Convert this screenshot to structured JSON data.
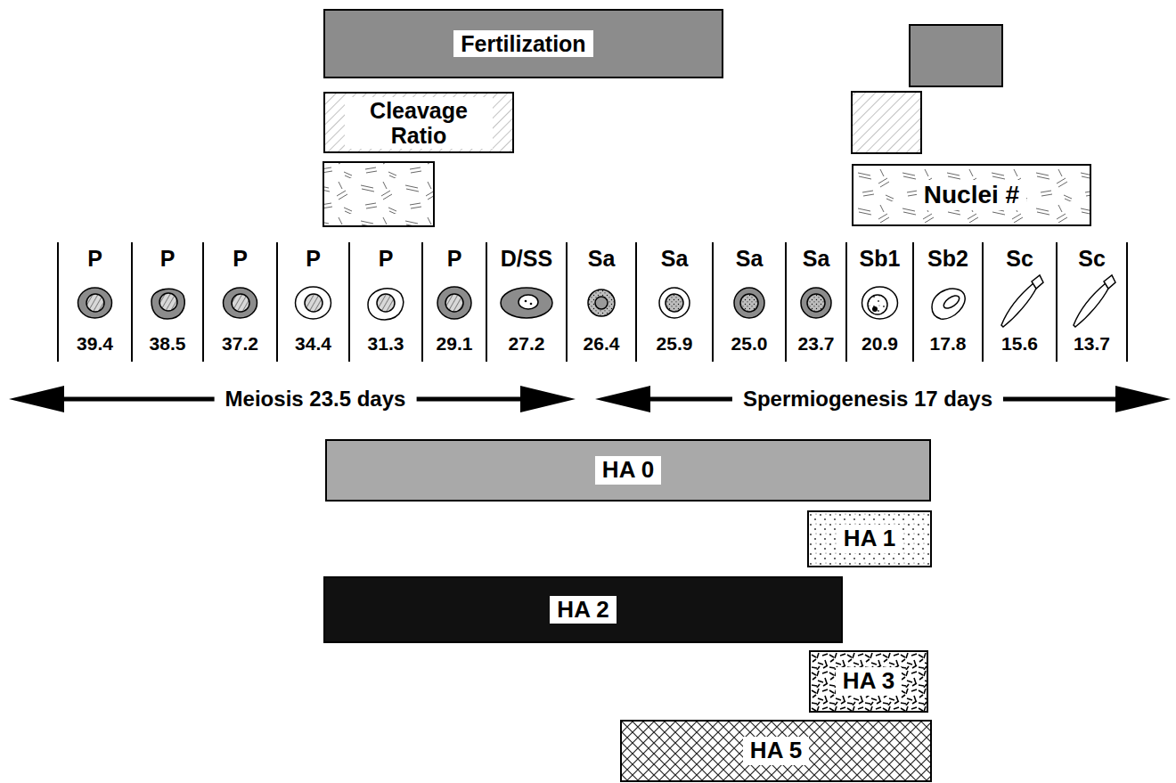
{
  "diagram": {
    "nodes": [
      {
        "text": [
          "Fertilization"
        ]
      },
      {
        "text": [
          "Cleavage Ratio"
        ]
      },
      {
        "text": [
          "Nuclei #"
        ]
      },
      {
        "text": [
          "HA 0"
        ]
      },
      {
        "text": [
          "HA 1"
        ]
      },
      {
        "text": [
          "HA 2"
        ]
      },
      {
        "text": [
          "HA 3"
        ]
      },
      {
        "text": [
          "HA 5"
        ]
      }
    ],
    "labels": [
      "P",
      "P",
      "P",
      "P",
      "P",
      "P",
      "D/SS",
      "Sa",
      "Sa",
      "Sa",
      "Sa",
      "Sb1",
      "Sb2",
      "Sc",
      "Sc",
      "39.4",
      "38.5",
      "37.2",
      "34.4",
      "31.3",
      "29.1",
      "27.2",
      "26.4",
      "25.9",
      "25.0",
      "23.7",
      "20.9",
      "17.8",
      "15.6",
      "13.7",
      "Meiosis 23.5 days",
      "Spermiogenesis 17 days"
    ]
  }
}
